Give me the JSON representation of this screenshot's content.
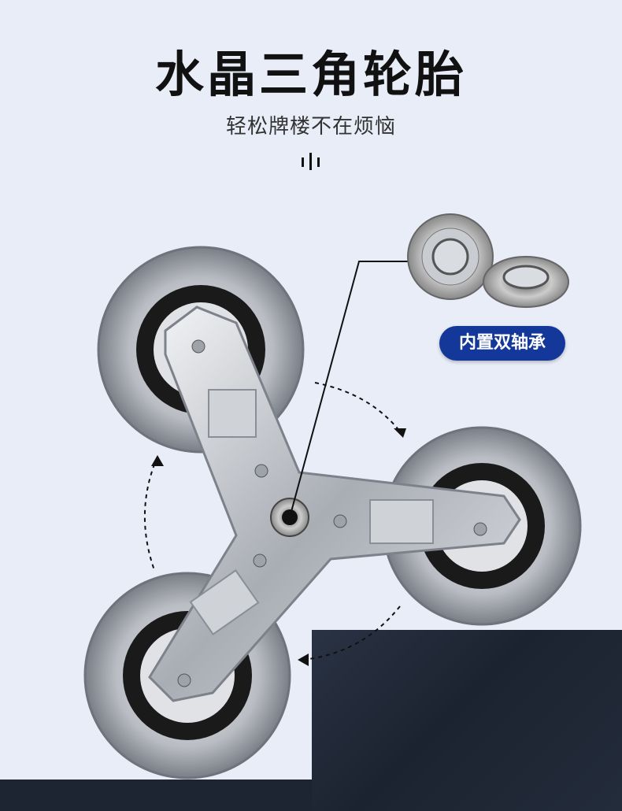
{
  "header": {
    "title": "水晶三角轮胎",
    "subtitle": "轻松牌楼不在烦恼"
  },
  "callout": {
    "badge_label": "内置双轴承"
  },
  "colors": {
    "background": "#e8edf8",
    "badge": "#13389a",
    "floor": "#1e2532"
  }
}
